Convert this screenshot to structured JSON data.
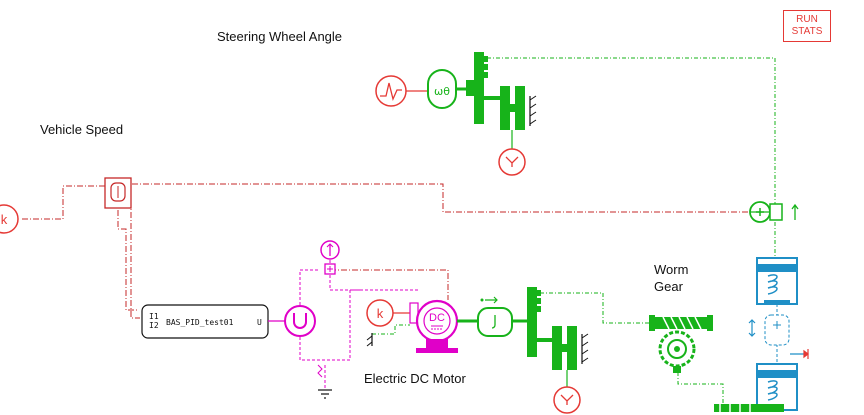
{
  "labels": {
    "steering_wheel_angle": "Steering Wheel Angle",
    "vehicle_speed": "Vehicle Speed",
    "worm_gear_line1": "Worm",
    "worm_gear_line2": "Gear",
    "electric_dc_motor": "Electric DC Motor"
  },
  "run_stats": {
    "line1": "RUN",
    "line2": "STATS"
  },
  "blocks": {
    "pid_name": "BAS_PID_test01",
    "pid_in1": "I1",
    "pid_in2": "I2",
    "pid_out": "U",
    "gain_symbol": "k",
    "dc_text": "DC",
    "omega_theta": "ωθ"
  },
  "colors": {
    "signal_red": "#e53935",
    "mech_green": "#17b31a",
    "electric_magenta": "#e000c8",
    "hydraulic_blue": "#1f8fc6",
    "black": "#111111"
  }
}
